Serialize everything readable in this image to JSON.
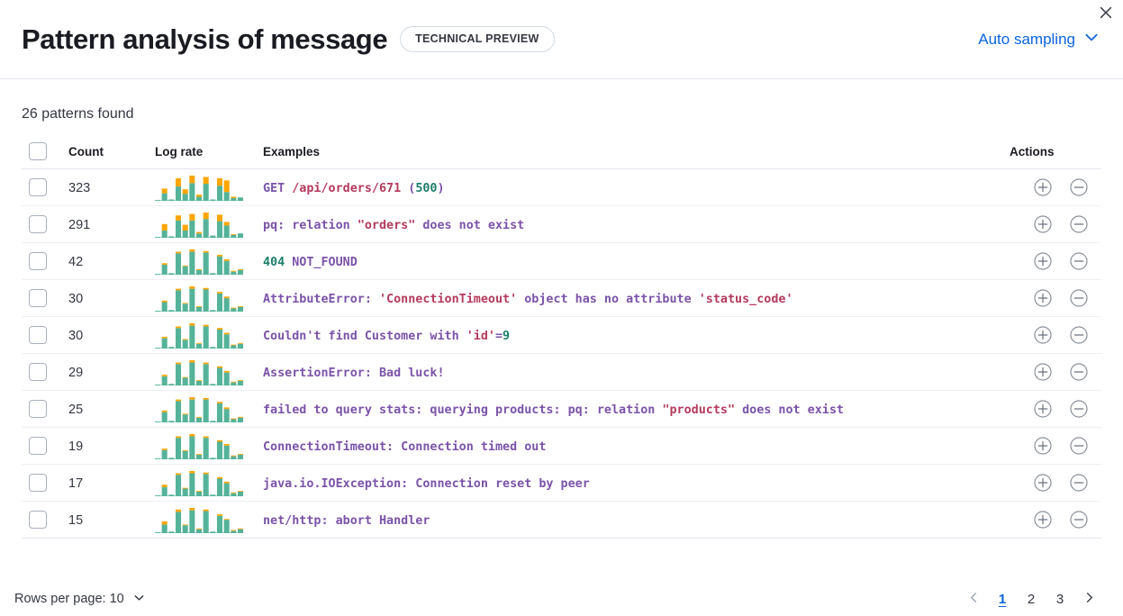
{
  "header": {
    "title": "Pattern analysis of message",
    "badge": "TECHNICAL PREVIEW",
    "sampling_label": "Auto sampling",
    "chevron_icon": "chevron-down-icon",
    "close_icon": "close-icon"
  },
  "summary": {
    "patterns_found": "26 patterns found"
  },
  "table": {
    "columns": {
      "select": "",
      "count": "Count",
      "log_rate": "Log rate",
      "examples": "Examples",
      "actions": "Actions"
    },
    "action_icons": {
      "add": "plus-circle-icon",
      "remove": "minus-circle-icon"
    },
    "rows": [
      {
        "count": "323",
        "example_plain": "GET /api/orders/671 (500)",
        "example_tokens": [
          {
            "t": "GET ",
            "c": "p"
          },
          {
            "t": "/api/orders/671",
            "c": "s"
          },
          {
            "t": " (",
            "c": "p"
          },
          {
            "t": "500",
            "c": "n"
          },
          {
            "t": ")",
            "c": "p"
          }
        ],
        "sparkline": {
          "teal": [
            1,
            11,
            2,
            21,
            10,
            26,
            6,
            25,
            2,
            22,
            13,
            4,
            5
          ],
          "orange": [
            0,
            7,
            0,
            12,
            7,
            11,
            3,
            10,
            0,
            11,
            17,
            2,
            0
          ]
        }
      },
      {
        "count": "291",
        "example_plain": "pq: relation \"orders\" does not exist",
        "example_tokens": [
          {
            "t": "pq: relation ",
            "c": "p"
          },
          {
            "t": "\"orders\"",
            "c": "s"
          },
          {
            "t": " does not exist",
            "c": "p"
          }
        ],
        "sparkline": {
          "teal": [
            1,
            10,
            2,
            24,
            10,
            24,
            6,
            26,
            3,
            23,
            17,
            4,
            6
          ],
          "orange": [
            0,
            9,
            0,
            7,
            8,
            9,
            2,
            9,
            0,
            9,
            5,
            1,
            0
          ]
        }
      },
      {
        "count": "42",
        "example_plain": "404 NOT_FOUND",
        "example_tokens": [
          {
            "t": "404",
            "c": "n"
          },
          {
            "t": " NOT_FOUND",
            "c": "p"
          }
        ],
        "sparkline": {
          "teal": [
            1,
            13,
            2,
            28,
            11,
            30,
            6,
            29,
            2,
            24,
            18,
            4,
            6
          ],
          "orange": [
            0,
            2,
            0,
            2,
            1,
            3,
            1,
            2,
            0,
            2,
            2,
            1,
            1
          ]
        }
      },
      {
        "count": "30",
        "example_plain": "AttributeError: 'ConnectionTimeout' object has no attribute 'status_code'",
        "example_tokens": [
          {
            "t": "AttributeError: ",
            "c": "p"
          },
          {
            "t": "'ConnectionTimeout'",
            "c": "s"
          },
          {
            "t": " object has no attribute ",
            "c": "p"
          },
          {
            "t": "'status_code'",
            "c": "s"
          }
        ],
        "sparkline": {
          "teal": [
            1,
            12,
            2,
            27,
            10,
            29,
            6,
            28,
            2,
            23,
            17,
            4,
            6
          ],
          "orange": [
            0,
            2,
            0,
            2,
            1,
            3,
            1,
            2,
            0,
            2,
            2,
            1,
            1
          ]
        }
      },
      {
        "count": "30",
        "example_plain": "Couldn't find Customer with 'id'=9",
        "example_tokens": [
          {
            "t": "Couldn't find Customer with ",
            "c": "p"
          },
          {
            "t": "'id'",
            "c": "s"
          },
          {
            "t": "=",
            "c": "p"
          },
          {
            "t": "9",
            "c": "n"
          }
        ],
        "sparkline": {
          "teal": [
            1,
            13,
            2,
            26,
            11,
            29,
            6,
            28,
            2,
            24,
            18,
            4,
            6
          ],
          "orange": [
            0,
            2,
            0,
            2,
            1,
            3,
            1,
            2,
            0,
            2,
            2,
            1,
            1
          ]
        }
      },
      {
        "count": "29",
        "example_plain": "AssertionError: Bad luck!",
        "example_tokens": [
          {
            "t": "AssertionError: Bad luck!",
            "c": "p"
          }
        ],
        "sparkline": {
          "teal": [
            1,
            12,
            2,
            28,
            10,
            30,
            6,
            28,
            2,
            23,
            17,
            4,
            6
          ],
          "orange": [
            0,
            2,
            0,
            2,
            1,
            3,
            1,
            2,
            0,
            2,
            2,
            1,
            1
          ]
        }
      },
      {
        "count": "25",
        "example_plain": "failed to query stats: querying products: pq: relation \"products\" does not exist",
        "example_tokens": [
          {
            "t": "failed to query stats: querying products: pq: relation ",
            "c": "p"
          },
          {
            "t": "\"products\"",
            "c": "s"
          },
          {
            "t": " does not exist",
            "c": "p"
          }
        ],
        "sparkline": {
          "teal": [
            1,
            13,
            2,
            27,
            10,
            29,
            6,
            29,
            2,
            24,
            17,
            4,
            6
          ],
          "orange": [
            0,
            2,
            0,
            2,
            1,
            3,
            1,
            2,
            0,
            2,
            2,
            1,
            1
          ]
        }
      },
      {
        "count": "19",
        "example_plain": "ConnectionTimeout: Connection timed out",
        "example_tokens": [
          {
            "t": "ConnectionTimeout: Connection timed out",
            "c": "p"
          }
        ],
        "sparkline": {
          "teal": [
            1,
            12,
            2,
            28,
            11,
            30,
            6,
            28,
            2,
            23,
            18,
            4,
            6
          ],
          "orange": [
            0,
            2,
            0,
            2,
            1,
            3,
            1,
            2,
            0,
            2,
            2,
            1,
            1
          ]
        }
      },
      {
        "count": "17",
        "example_plain": "java.io.IOException: Connection reset by peer",
        "example_tokens": [
          {
            "t": "java.io.IOException: Connection reset by peer",
            "c": "p"
          }
        ],
        "sparkline": {
          "teal": [
            1,
            12,
            2,
            28,
            10,
            30,
            6,
            29,
            2,
            23,
            17,
            4,
            6
          ],
          "orange": [
            0,
            3,
            0,
            2,
            1,
            3,
            1,
            2,
            0,
            2,
            2,
            1,
            1
          ]
        }
      },
      {
        "count": "15",
        "example_plain": "net/http: abort Handler",
        "example_tokens": [
          {
            "t": "net/http: abort Handler",
            "c": "p"
          }
        ],
        "sparkline": {
          "teal": [
            1,
            11,
            2,
            27,
            10,
            29,
            5,
            28,
            2,
            22,
            17,
            3,
            5
          ],
          "orange": [
            0,
            4,
            0,
            3,
            1,
            3,
            1,
            2,
            0,
            2,
            1,
            1,
            1
          ]
        }
      }
    ]
  },
  "footer": {
    "rows_per_page_label": "Rows per page: 10",
    "rows_chevron_icon": "chevron-down-icon",
    "prev_icon": "chevron-left-icon",
    "next_icon": "chevron-right-icon",
    "pages": [
      "1",
      "2",
      "3"
    ],
    "active_page": "1"
  },
  "colors": {
    "accent": "#0b64dd",
    "spark_teal": "#54b399",
    "spark_orange": "#ffa500",
    "text": "#343741",
    "string": "#b33b5c",
    "number": "#1c7d6c",
    "plain": "#7b53a8"
  }
}
